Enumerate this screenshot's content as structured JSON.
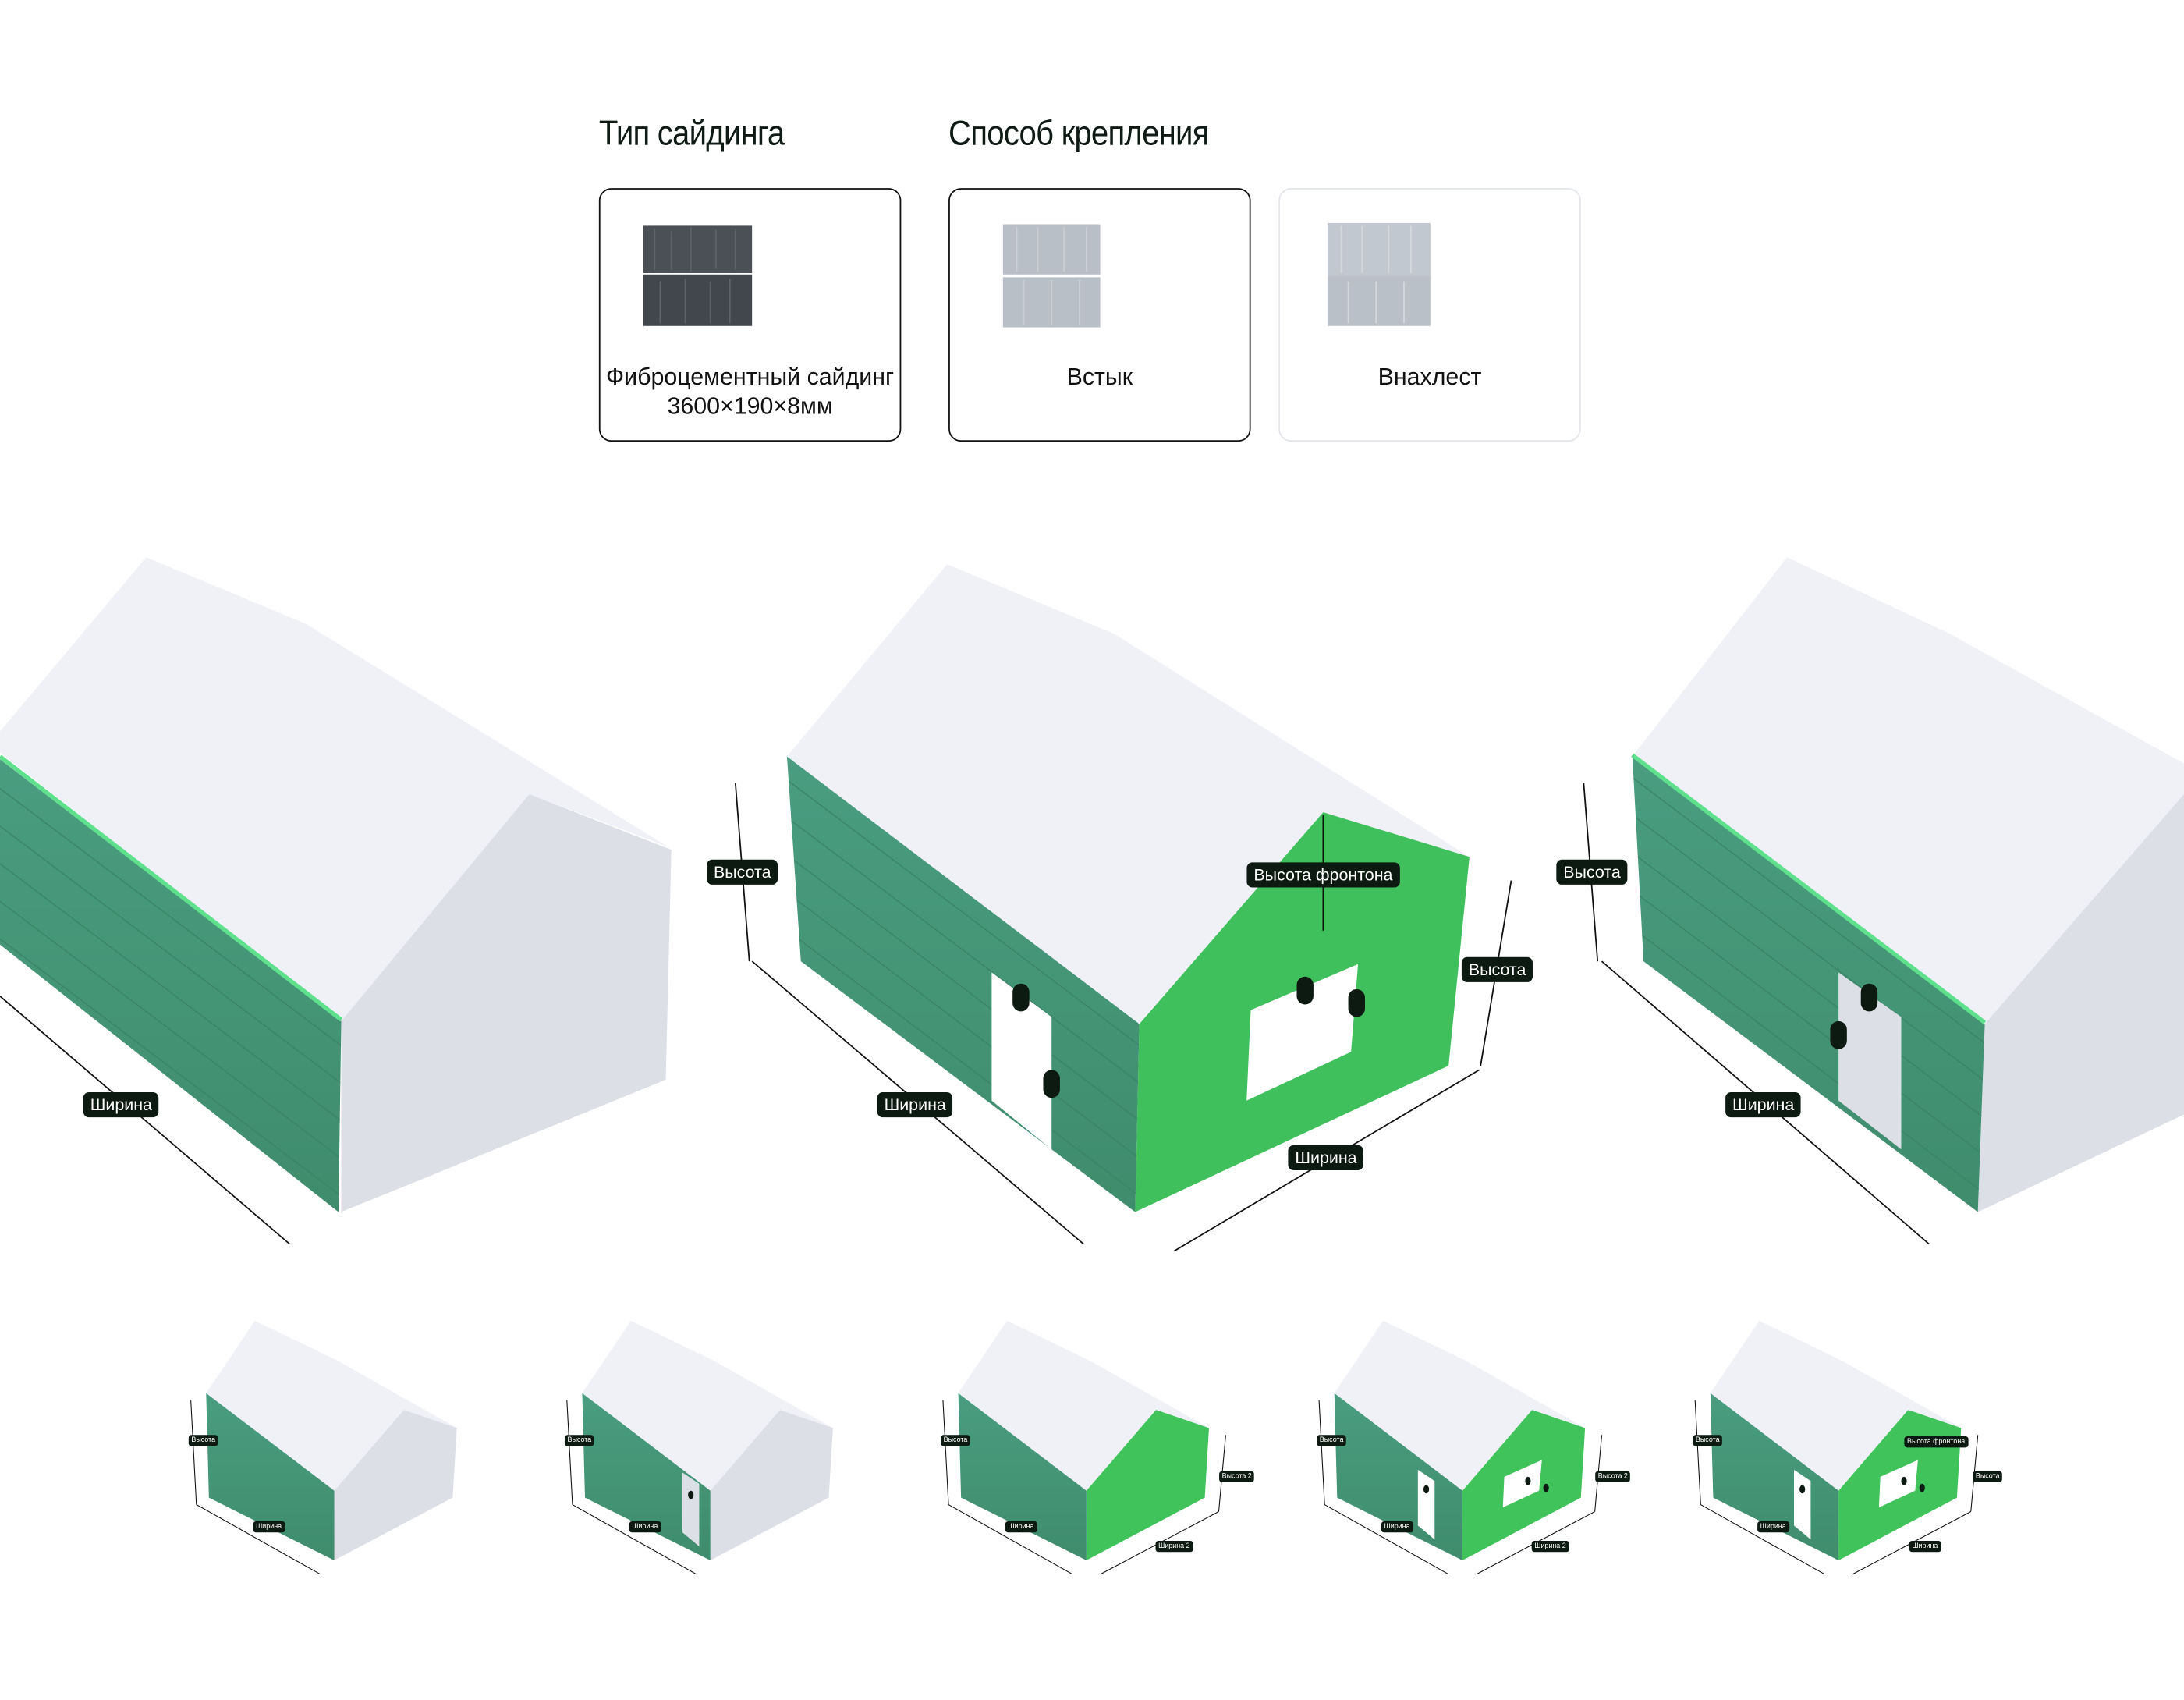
{
  "siding_type": {
    "title": "Тип сайдинга",
    "options": [
      {
        "label": "Фиброцементный сайдинг 3600×190×8мм",
        "selected": true,
        "swatch_color": "#4a4f55"
      }
    ]
  },
  "fastening": {
    "title": "Способ крепления",
    "options": [
      {
        "label": "Встык",
        "selected": true,
        "swatch_color": "#b9c0c7"
      },
      {
        "label": "Внахлест",
        "selected": false,
        "swatch_color": "#bcc3ca"
      }
    ]
  },
  "diagrams": {
    "large": [
      {
        "labels": {
          "width": "Ширина"
        }
      },
      {
        "labels": {
          "height": "Высота",
          "width": "Ширина",
          "gable_height": "Высота фронтона",
          "height_right": "Высота",
          "width_right": "Ширина"
        }
      },
      {
        "labels": {
          "height": "Высота",
          "width": "Ширина"
        }
      }
    ],
    "small": [
      {
        "labels": {
          "height": "Высота",
          "width": "Ширина"
        }
      },
      {
        "labels": {
          "height": "Высота",
          "width": "Ширина"
        }
      },
      {
        "labels": {
          "height": "Высота",
          "width": "Ширина",
          "height2": "Высота 2",
          "width2": "Ширина 2"
        }
      },
      {
        "labels": {
          "height": "Высота",
          "width": "Ширина",
          "height2": "Высота 2",
          "width2": "Ширина 2"
        }
      },
      {
        "labels": {
          "height": "Высота",
          "width": "Ширина",
          "gable_height": "Высота фронтона",
          "height2": "Высота",
          "width2": "Ширина"
        }
      }
    ]
  },
  "colors": {
    "accent": "#3fc35a",
    "wall_dark": "#45947a",
    "roof": "#eff1f6",
    "gable": "#dcdfe6",
    "tag": "#0d1a12"
  }
}
